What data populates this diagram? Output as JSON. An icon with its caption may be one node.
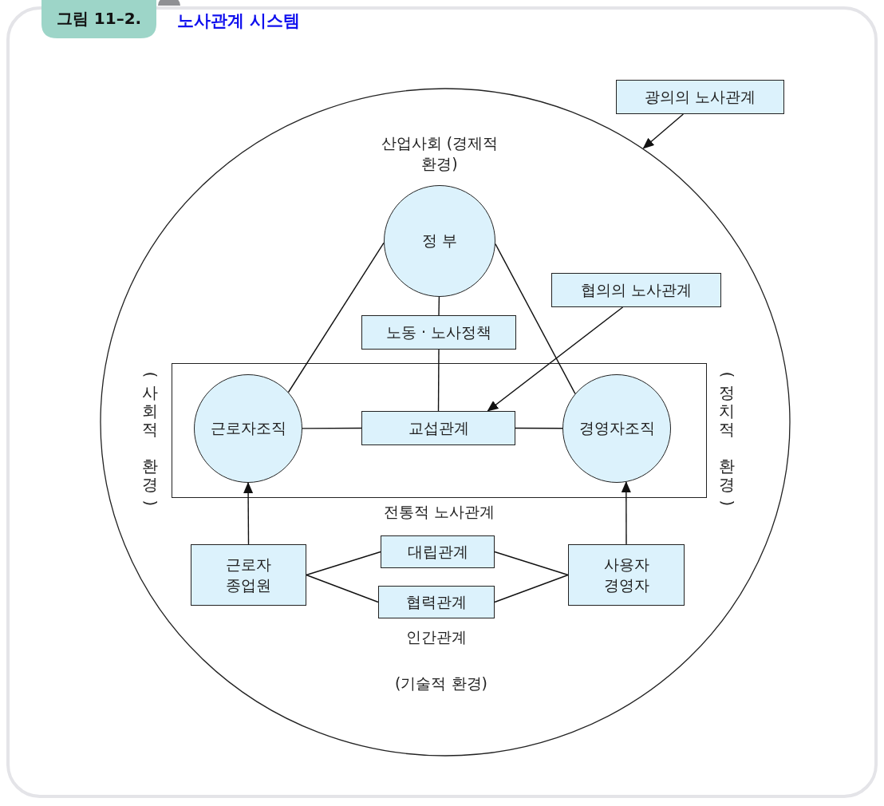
{
  "diagram": {
    "title": "노사관계 시스템",
    "nodes": [
      {
        "text": [],
        "shape": "circle"
      },
      {
        "text": [
          "광의의 노사관계"
        ]
      },
      {
        "text": [
          "정 부"
        ],
        "in": 0
      },
      {
        "text": [
          "노동 · 노사정책"
        ],
        "in": 0
      },
      {
        "text": [
          "협의의 노사관계"
        ],
        "in": 0
      },
      {
        "text": [
          "전통적 노사관계"
        ],
        "in": 0
      },
      {
        "text": [
          "근로자조직"
        ],
        "in": 5
      },
      {
        "text": [
          "교섭관계"
        ],
        "in": 5
      },
      {
        "text": [
          "경영자조직"
        ],
        "in": 5
      },
      {
        "text": [
          "근로자 종업원"
        ],
        "in": 0
      },
      {
        "text": [
          "대립관계"
        ],
        "in": 0
      },
      {
        "text": [
          "협력관계"
        ],
        "in": 0
      },
      {
        "text": [
          "사용자 경영자"
        ],
        "in": 0
      }
    ],
    "edges": [
      {
        "from": 1,
        "to": 0,
        "arrow": "to"
      },
      {
        "from": 2,
        "to": 3,
        "arrow": "none"
      },
      {
        "from": 3,
        "to": 7,
        "arrow": "none"
      },
      {
        "from": 2,
        "to": 6,
        "arrow": "none"
      },
      {
        "from": 2,
        "to": 8,
        "arrow": "none"
      },
      {
        "from": 4,
        "to": 7,
        "arrow": "to"
      },
      {
        "from": 6,
        "to": 7,
        "arrow": "none"
      },
      {
        "from": 7,
        "to": 8,
        "arrow": "none"
      },
      {
        "from": 9,
        "to": 6,
        "arrow": "to"
      },
      {
        "from": 12,
        "to": 8,
        "arrow": "to"
      },
      {
        "from": 9,
        "to": 10,
        "arrow": "none"
      },
      {
        "from": 9,
        "to": 11,
        "arrow": "none"
      },
      {
        "from": 10,
        "to": 12,
        "arrow": "none"
      },
      {
        "from": 11,
        "to": 12,
        "arrow": "none"
      }
    ],
    "labels": [
      "그림 11–2.",
      "산업사회 (경제적 환경)",
      "(사회적 환경)",
      "(정치적 환경)",
      "인간관계",
      "(기술적 환경)"
    ]
  }
}
